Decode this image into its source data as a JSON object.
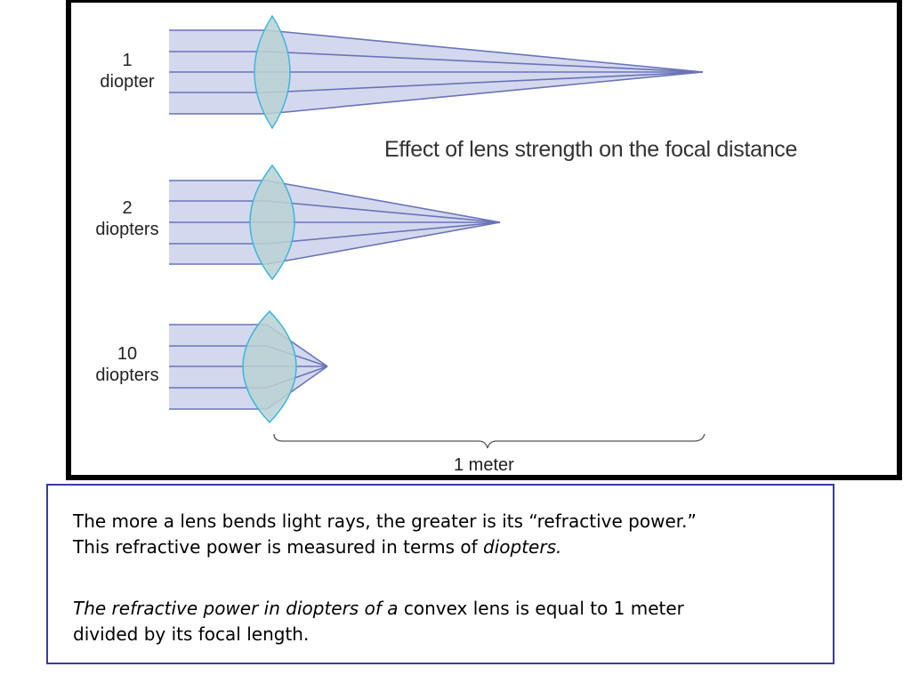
{
  "figure": {
    "title": "Effect of lens strength on the focal distance",
    "scale_label": "1 meter",
    "lenses": [
      {
        "power_value": "1",
        "power_unit": "diopter",
        "diopters": 1
      },
      {
        "power_value": "2",
        "power_unit": "diopters",
        "diopters": 2
      },
      {
        "power_value": "10",
        "power_unit": "diopters",
        "diopters": 10
      }
    ],
    "colors": {
      "ray": "#6a74b8",
      "beam_fill": "#d4d8ee",
      "lens_fill": "#b9d2d2",
      "lens_edge": "#3fb6dc",
      "frame": "#000000"
    }
  },
  "caption": {
    "line1": "The more a lens bends light rays, the greater is its “refractive power.”",
    "line2_plain": "This refractive power is measured in terms of ",
    "line2_italic": "diopters.",
    "line3_italic": "The refractive power in diopters of a ",
    "line3_plain": "convex lens is equal to 1 meter",
    "line4": "divided by its focal length.",
    "border_color": "#3b3b98"
  }
}
